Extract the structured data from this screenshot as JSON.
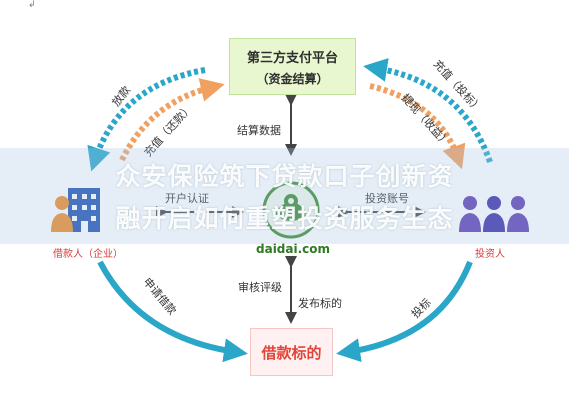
{
  "corner_mark": "↲",
  "platform": {
    "title": "第三方支付平台",
    "subtitle": "（资金结算）"
  },
  "target": {
    "label": "借款标的"
  },
  "borrower": {
    "label": "借款人（企业）"
  },
  "investor": {
    "label": "投资人"
  },
  "logo": {
    "text": "daidai.com"
  },
  "flows": {
    "loan_out": "放款",
    "recharge_repay": "充值（还款）",
    "recharge_invest": "充值（投标）",
    "withdraw_income": "提现（收益）",
    "settlement_data": "结算数据",
    "open_account_left": "开户认证",
    "open_account_right": "投资账号",
    "review": "审核评级",
    "publish": "发布标的",
    "apply_loan": "申请借款",
    "bid": "投标"
  },
  "watermark": {
    "line1": "众安保险筑下贷款口子创新资",
    "line2": "融开启如何重塑投资服务生态"
  },
  "colors": {
    "teal": "#2aa6c9",
    "orange": "#f0a060",
    "red": "#e0463a",
    "green": "#3a8a2e",
    "purple": "#5c3bb0",
    "blue": "#1f4fb0"
  }
}
